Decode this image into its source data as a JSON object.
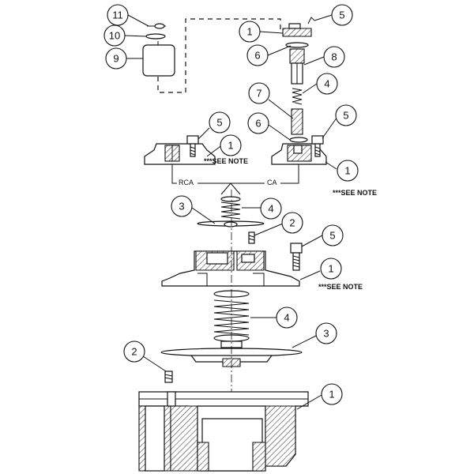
{
  "callouts": [
    {
      "id": "c11",
      "label": "11"
    },
    {
      "id": "c10",
      "label": "10"
    },
    {
      "id": "c9",
      "label": "9"
    },
    {
      "id": "c1a",
      "label": "1"
    },
    {
      "id": "c5a",
      "label": "5"
    },
    {
      "id": "c6a",
      "label": "6"
    },
    {
      "id": "c8",
      "label": "8"
    },
    {
      "id": "c7",
      "label": "7"
    },
    {
      "id": "c4a",
      "label": "4"
    },
    {
      "id": "c6b",
      "label": "6"
    },
    {
      "id": "c5b",
      "label": "5"
    },
    {
      "id": "c1b",
      "label": "1"
    },
    {
      "id": "c5c",
      "label": "5"
    },
    {
      "id": "c1c",
      "label": "1"
    },
    {
      "id": "c3a",
      "label": "3"
    },
    {
      "id": "c4b",
      "label": "4"
    },
    {
      "id": "c2a",
      "label": "2"
    },
    {
      "id": "c5d",
      "label": "5"
    },
    {
      "id": "c1d",
      "label": "1"
    },
    {
      "id": "c4c",
      "label": "4"
    },
    {
      "id": "c3b",
      "label": "3"
    },
    {
      "id": "c2b",
      "label": "2"
    },
    {
      "id": "c1e",
      "label": "1"
    }
  ],
  "notes": {
    "see_note_1": "***SEE NOTE",
    "see_note_2": "***SEE NOTE",
    "see_note_3": "***SEE NOTE"
  },
  "tags": {
    "rca": "RCA",
    "ca": "CA"
  }
}
